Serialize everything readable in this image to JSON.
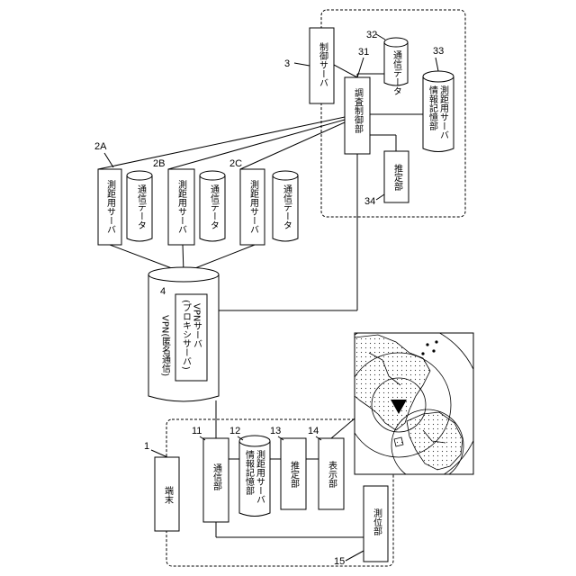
{
  "terminal": {
    "number": "1",
    "label": "端末",
    "comm_unit": {
      "number": "11",
      "label": "通信部"
    },
    "server_info_storage": {
      "number": "12",
      "line1": "測距用サーバ",
      "line2": "情報記憶部"
    },
    "estimation_unit": {
      "number": "13",
      "label": "推定部"
    },
    "display_unit": {
      "number": "14",
      "label": "表示部"
    },
    "positioning_unit": {
      "number": "15",
      "label": "測位部"
    }
  },
  "vpn": {
    "number": "4",
    "label": "VPN(匿名通信)",
    "server_line1": "VPNサーバ",
    "server_line2": "(プロキシサーバ)"
  },
  "ranging_servers": [
    {
      "number": "2A",
      "server_label": "測距用サーバ",
      "data_label": "通信データ"
    },
    {
      "number": "2B",
      "server_label": "測距用サーバ",
      "data_label": "通信データ"
    },
    {
      "number": "2C",
      "server_label": "測距用サーバ",
      "data_label": "通信データ"
    }
  ],
  "control_server": {
    "number": "3",
    "label": "制御サーバ",
    "investigation_control": {
      "number": "31",
      "label": "調査制御部"
    },
    "comm_data": {
      "number": "32",
      "label": "通信データ"
    },
    "server_info_storage": {
      "number": "33",
      "line1": "測距用サーバ",
      "line2": "情報記憶部"
    },
    "estimation_unit": {
      "number": "34",
      "label": "推定部"
    }
  }
}
